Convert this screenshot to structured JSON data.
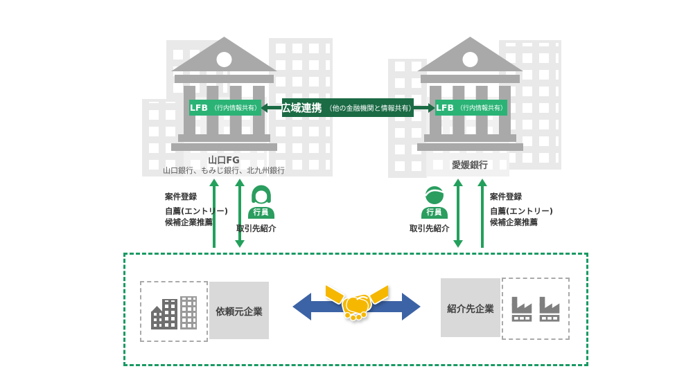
{
  "banks": {
    "left": {
      "lfb": "LFB",
      "lfb_note": "（行内情報共有）",
      "name": "山口FG",
      "subname": "山口銀行、もみじ銀行、北九州銀行"
    },
    "right": {
      "lfb": "LFB",
      "lfb_note": "（行内情報共有）",
      "name": "愛媛銀行"
    }
  },
  "hub": {
    "title": "広域連携",
    "note": "（他の金融機関と情報共有）"
  },
  "flows": {
    "left": {
      "register": "案件登録",
      "entry": "自薦(エントリー)",
      "recommend": "候補企業推薦",
      "employee": "行員",
      "intro": "取引先紹介"
    },
    "right": {
      "register": "案件登録",
      "entry": "自薦(エントリー)",
      "recommend": "候補企業推薦",
      "employee": "行員",
      "intro": "取引先紹介"
    }
  },
  "partnership": {
    "source_label": "依頼元企業",
    "target_label": "紹介先企業"
  },
  "icons": {
    "bank": "bank-building-icon",
    "employee_left": "female-bank-employee-icon",
    "employee_right": "male-bank-employee-icon",
    "city": "city-buildings-icon",
    "factory": "factory-icon",
    "handshake": "handshake-icon",
    "blue_arrow": "double-headed-arrow-icon"
  },
  "colors": {
    "lfb_green": "#2bb376",
    "hub_dark_green": "#1b6b45",
    "flow_arrow_green": "#23a05c",
    "zone_dashed_green": "#189a63",
    "person_green": "#2a9d5f",
    "partner_blue": "#3c63a5",
    "handshake_gold": "#f5b700",
    "bank_gray": "#a9a9a9",
    "bg_building_gray": "#e9e9e9",
    "label_box_gray": "#d9d9d9",
    "text_gray": "#595959"
  }
}
